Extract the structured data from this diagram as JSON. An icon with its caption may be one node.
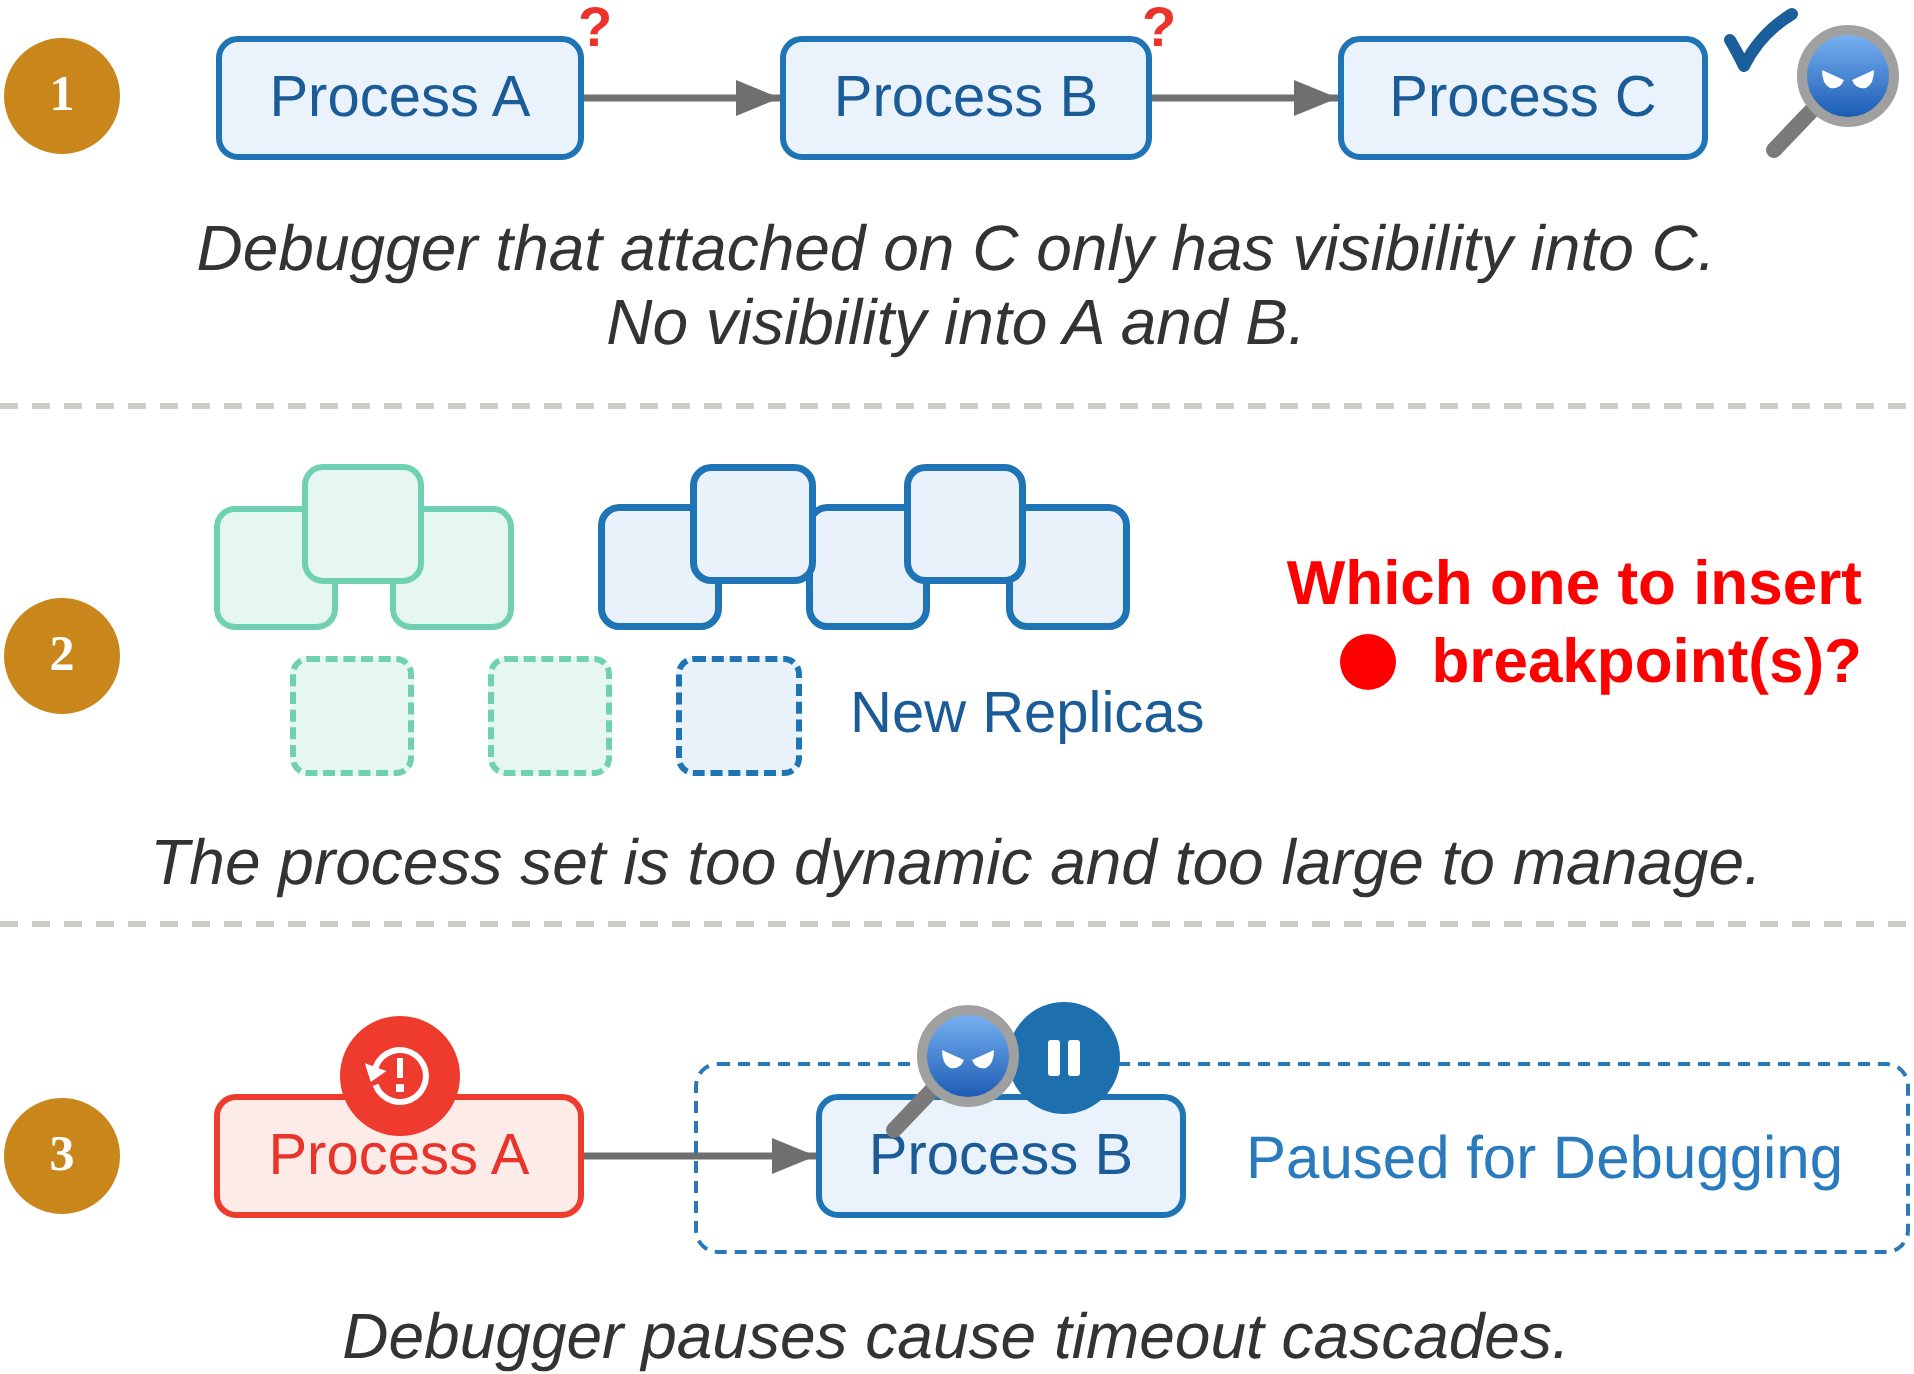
{
  "diagram": {
    "nodes": [
      {
        "text": [
          "1"
        ]
      },
      {
        "text": [
          "Process A"
        ]
      },
      {
        "text": [
          "Process B"
        ]
      },
      {
        "text": [
          "Process C"
        ]
      },
      {
        "text": [
          "2"
        ]
      },
      {
        "text": [],
        "shape": "box"
      },
      {
        "text": [],
        "shape": "box"
      },
      {
        "text": [],
        "shape": "box"
      },
      {
        "text": [
          "3"
        ]
      },
      {
        "text": [
          "Process A"
        ]
      },
      {
        "text": [
          "Paused for Debugging"
        ]
      },
      {
        "text": [
          "Process B"
        ],
        "in": 10
      }
    ],
    "edges": [
      {
        "from": 1,
        "to": 2,
        "arrow": "to"
      },
      {
        "from": 2,
        "to": 3,
        "arrow": "to"
      },
      {
        "from": 9,
        "to": 11,
        "arrow": "to"
      }
    ],
    "labels": [
      "?",
      "?",
      "Debugger that attached on C only has visibility into C. No visibility into A and B.",
      "Which one to insert",
      "breakpoint(s)?",
      "New Replicas",
      "The process set is too dynamic and too large to manage.",
      "Debugger pauses cause timeout cascades."
    ]
  }
}
